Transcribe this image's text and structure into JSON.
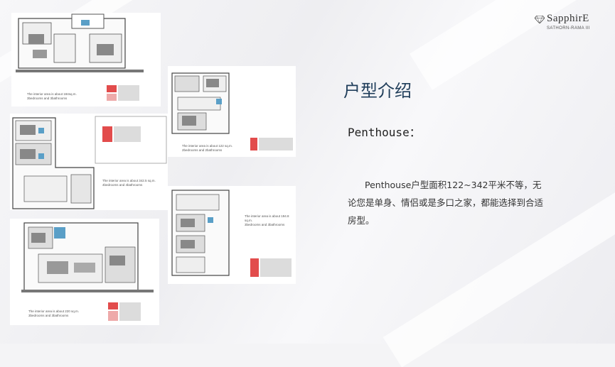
{
  "brand": {
    "name": "SapphirE",
    "sub": "SATHORN-RAMA III"
  },
  "title": "户型介绍",
  "subtitle": "Penthouse：",
  "body": "Penthouse户型面积122~342平米不等，无论您是单身、情侣或是多口之家，都能选择到合适房型。",
  "plans": [
    {
      "caption1": "The interior area is about 184sq.m.",
      "caption2": "3bedrooms and 3bathrooms"
    },
    {
      "caption1": "The interior area is about 122 sq.m.",
      "caption2": "2bedrooms and 2bathrooms"
    },
    {
      "caption1": "The interior area is about 342.5 sq.m.",
      "caption2": "4bedrooms and 4bathrooms"
    },
    {
      "caption1": "The interior area is about 194.8 sq.m.",
      "caption2": "3bedrooms and 3bathrooms"
    },
    {
      "caption1": "The interior area is about 220 sq.m.",
      "caption2": "3bedrooms and 3bathrooms"
    }
  ]
}
